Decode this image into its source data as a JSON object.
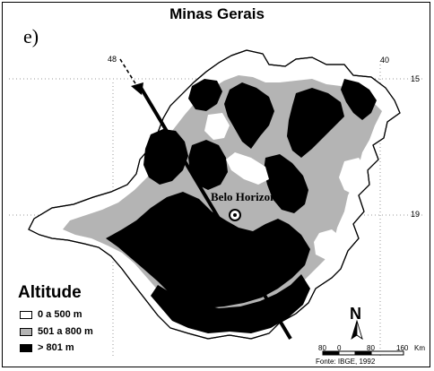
{
  "title": "Minas Gerais",
  "panel_letter": "e)",
  "city_label": "Belo Horizonte",
  "legend": {
    "title": "Altitude",
    "items": [
      {
        "label": "0 a 500 m",
        "color": "#ffffff"
      },
      {
        "label": "501 a 800 m",
        "color": "#b4b4b4"
      },
      {
        "label": "> 801 m",
        "color": "#000000"
      }
    ]
  },
  "coords": {
    "lon_west": "48",
    "lon_east": "40",
    "lat_north": "15",
    "lat_south": "19"
  },
  "north_arrow": "N",
  "scale_bar": {
    "labels": [
      "80",
      "0",
      "80",
      "160"
    ],
    "unit": "Km"
  },
  "source": "Fonte: IBGE, 1992",
  "colors": {
    "low": "#ffffff",
    "mid": "#b4b4b4",
    "high": "#000000",
    "lines": "#000000"
  }
}
